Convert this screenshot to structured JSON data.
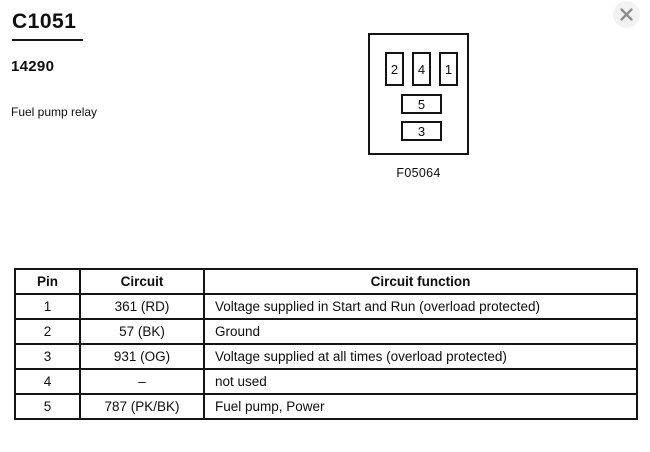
{
  "page": {
    "connector_id": "C1051",
    "part_number": "14290",
    "description": "Fuel pump relay"
  },
  "close_button": {
    "icon": "close",
    "glyph": "✕"
  },
  "diagram": {
    "figure_id": "F05064",
    "pins_top": [
      "2",
      "4",
      "1"
    ],
    "pin_middle": "5",
    "pin_bottom": "3"
  },
  "table": {
    "headers": [
      "Pin",
      "Circuit",
      "Circuit function"
    ],
    "rows": [
      {
        "pin": "1",
        "circuit": "361 (RD)",
        "function": "Voltage supplied in Start and Run (overload protected)"
      },
      {
        "pin": "2",
        "circuit": "57 (BK)",
        "function": "Ground"
      },
      {
        "pin": "3",
        "circuit": "931 (OG)",
        "function": "Voltage supplied at all times (overload protected)"
      },
      {
        "pin": "4",
        "circuit": "–",
        "function": "not used"
      },
      {
        "pin": "5",
        "circuit": "787 (PK/BK)",
        "function": "Fuel pump, Power"
      }
    ]
  },
  "colors": {
    "background": "#ffffff",
    "text": "#0e0e0e",
    "line": "#141414",
    "close_icon": "#8d8d8d",
    "close_bg": "#f2f2f2"
  }
}
